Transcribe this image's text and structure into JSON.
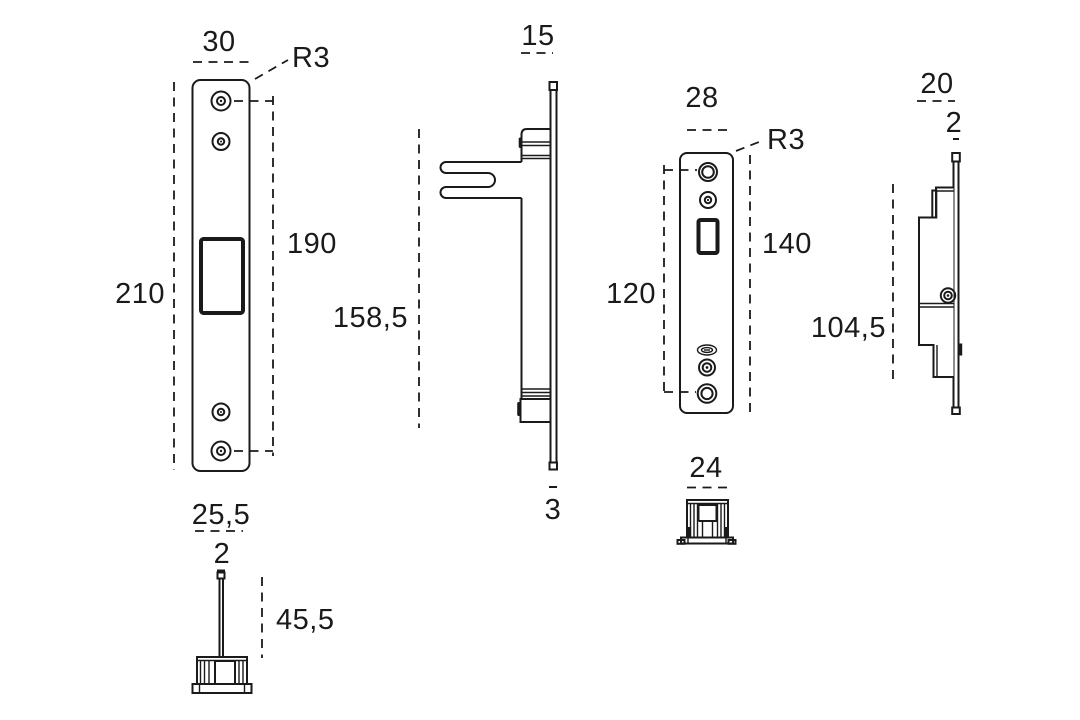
{
  "page": {
    "background": "#ffffff",
    "line_color": "#1a1a1a"
  },
  "views": {
    "strike_plate_front": {
      "dims": {
        "width": "30",
        "corner_radius": "R3",
        "height": "210",
        "hole_spacing": "190"
      }
    },
    "pin_part": {
      "dims": {
        "width": "25,5",
        "diameter": "2",
        "length": "45,5"
      }
    },
    "lock_side_profile": {
      "dims": {
        "width": "15",
        "body_height": "158,5",
        "plate_thickness": "3"
      }
    },
    "lock_plate_front": {
      "dims": {
        "width": "28",
        "corner_radius": "R3",
        "plate_height": "140",
        "hole_spacing": "120",
        "cylinder_diameter": "24"
      }
    },
    "lock_side_profile_small": {
      "dims": {
        "width": "20",
        "plate_thickness": "2",
        "body_height": "104,5"
      }
    }
  }
}
